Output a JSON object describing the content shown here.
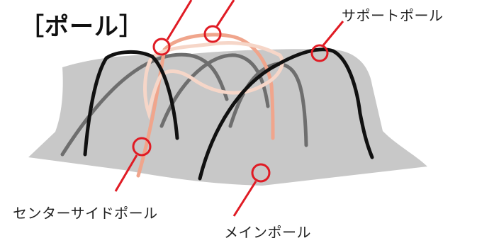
{
  "title": "［ポール］",
  "labels": {
    "support_pole": "サポートポール",
    "center_side_pole": "センターサイドポール",
    "main_pole": "メインポール"
  },
  "colors": {
    "tent_body": "#c8c8c8",
    "main_pole": "#111111",
    "side_pole": "#6e6e6e",
    "center_side_pole": "#f0a58c",
    "support_pole": "#f6d6c8",
    "callout": "#e01b24"
  }
}
